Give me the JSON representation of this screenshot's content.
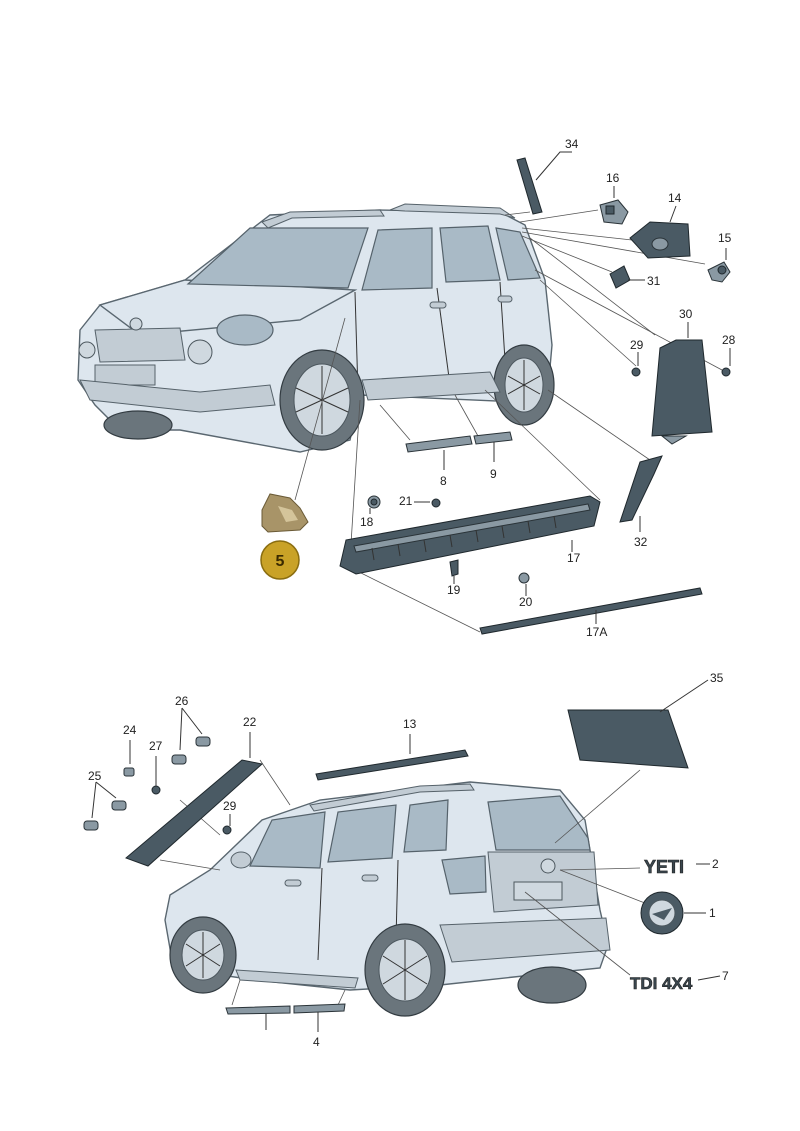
{
  "callouts": {
    "c34": "34",
    "c16": "16",
    "c14": "14",
    "c15": "15",
    "c31": "31",
    "c30": "30",
    "c29a": "29",
    "c28": "28",
    "c8": "8",
    "c9": "9",
    "c21": "21",
    "c18": "18",
    "c32": "32",
    "c17": "17",
    "c19": "19",
    "c20": "20",
    "c17a": "17A",
    "c35": "35",
    "c26": "26",
    "c22": "22",
    "c13": "13",
    "c24": "24",
    "c27": "27",
    "c25": "25",
    "c29b": "29",
    "c2": "2",
    "c1": "1",
    "c7": "7",
    "c4": "4"
  },
  "badge": {
    "number": "5",
    "color": "#c9a227"
  },
  "emblems": {
    "yeti": "YETI",
    "tdi": "TDI 4X4"
  },
  "colors": {
    "part_dark": "#4a5a64",
    "car_body": "#dde6ee",
    "glass": "#a9bac6"
  },
  "icons": {
    "hand_illustration": "hand-with-tool-icon",
    "logo": "skoda-winged-arrow-icon"
  }
}
